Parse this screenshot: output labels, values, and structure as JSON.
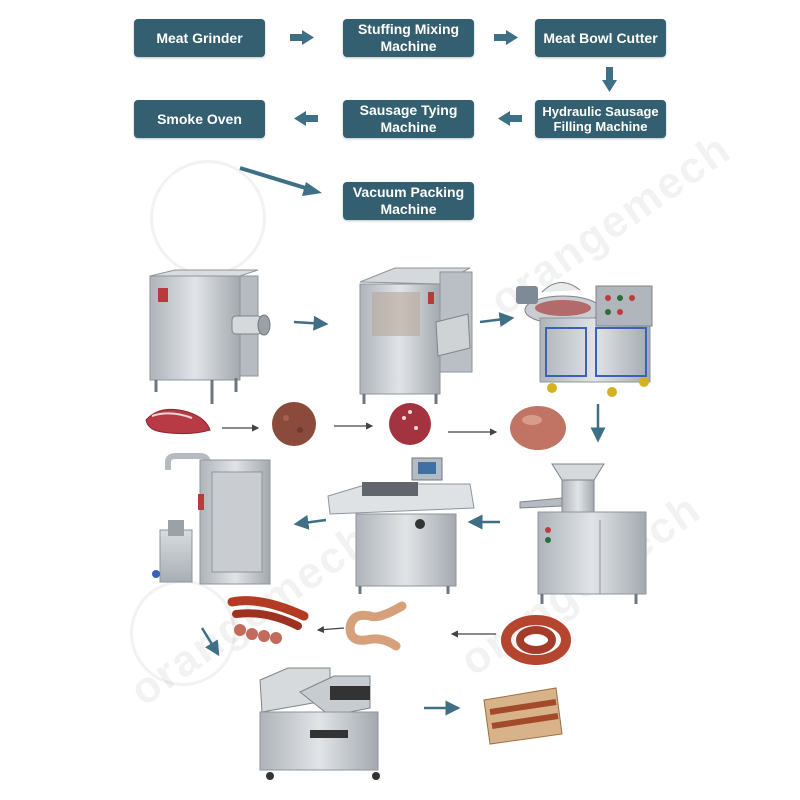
{
  "flow_steps": [
    {
      "id": "meat-grinder",
      "label": "Meat Grinder"
    },
    {
      "id": "stuffing-mixing",
      "label": "Stuffing Mixing Machine"
    },
    {
      "id": "bowl-cutter",
      "label": "Meat Bowl Cutter"
    },
    {
      "id": "hydraulic-filler",
      "label": "Hydraulic Sausage Filling Machine"
    },
    {
      "id": "sausage-tying",
      "label": "Sausage Tying Machine"
    },
    {
      "id": "smoke-oven",
      "label": "Smoke Oven"
    },
    {
      "id": "vacuum-packing",
      "label": "Vacuum Packing Machine"
    }
  ],
  "watermark_text": "orangemech",
  "colors": {
    "box_fill": "#335f70",
    "box_text": "#ffffff",
    "arrow": "#3f6f84",
    "steel": "#c9cdd1",
    "steel_dark": "#8e959c",
    "meat": "#b83a44",
    "sausage": "#b5452e"
  }
}
